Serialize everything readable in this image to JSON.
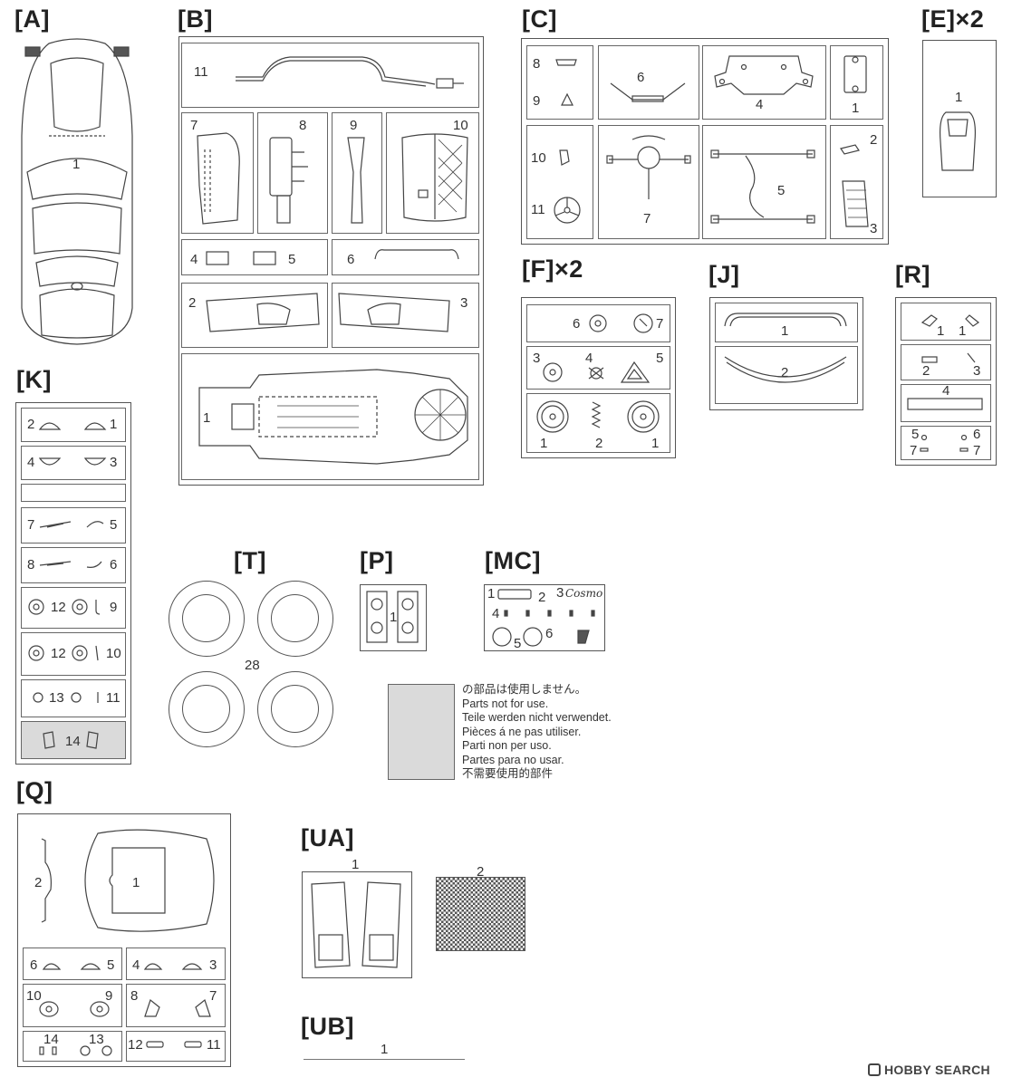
{
  "labels": {
    "A": "[A]",
    "B": "[B]",
    "C": "[C]",
    "E": "[E]×2",
    "K": "[K]",
    "F": "[F]×2",
    "J": "[J]",
    "R": "[R]",
    "T": "[T]",
    "P": "[P]",
    "MC": "[MC]",
    "Q": "[Q]",
    "UA": "[UA]",
    "UB": "[UB]"
  },
  "notice": [
    "の部品は使用しません。",
    "Parts not for use.",
    "Teile werden nicht verwendet.",
    "Pièces á ne pas utiliser.",
    "Parti non per uso.",
    "Partes para no usar.",
    "不需要使用的部件"
  ],
  "decal_text": "Cosmo",
  "watermark": "HOBBY SEARCH",
  "numbers": {
    "one": "1",
    "two": "2",
    "three": "3",
    "four": "4",
    "five": "5",
    "six": "6",
    "seven": "7",
    "eight": "8",
    "nine": "9",
    "ten": "10",
    "eleven": "11",
    "twelve": "12",
    "thirteen": "13",
    "fourteen": "14",
    "tire": "28"
  },
  "icons": [
    "hobby-search-logo-icon"
  ]
}
